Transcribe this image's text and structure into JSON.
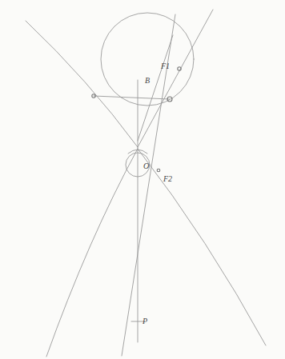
{
  "diagram": {
    "labels": [
      "F1",
      "B",
      "O",
      "F2",
      "P"
    ]
  }
}
